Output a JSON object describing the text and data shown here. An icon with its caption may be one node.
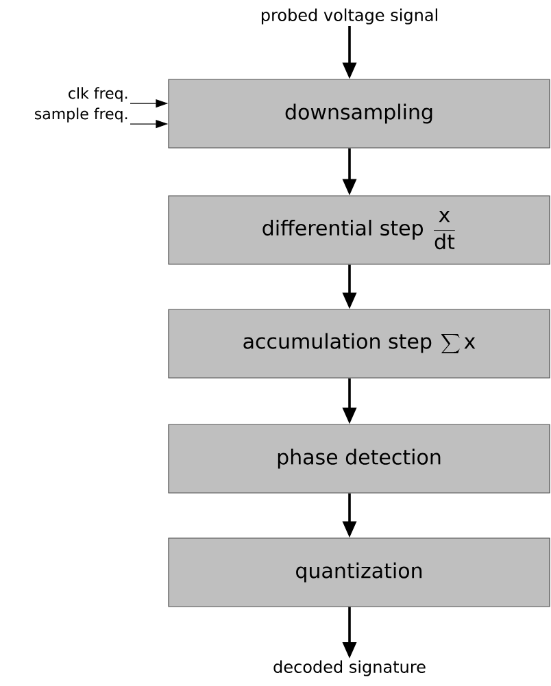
{
  "diagram": {
    "nodes": [
      {
        "text": [
          "probed voltage signal"
        ]
      },
      {
        "text": [
          "clk freq."
        ]
      },
      {
        "text": [
          "sample freq."
        ]
      },
      {
        "text": [
          "downsampling"
        ]
      },
      {
        "text": [
          "differential step",
          "\\frac{\\mathrm{x}}{\\mathrm{dt}}"
        ]
      },
      {
        "text": [
          "accumulation step",
          "\\sum \\mathrm{x}"
        ]
      },
      {
        "text": [
          "phase detection"
        ]
      },
      {
        "text": [
          "quantization"
        ]
      },
      {
        "text": [
          "decoded signature"
        ]
      }
    ],
    "edges": [
      {
        "from": 0,
        "to": 3,
        "arrow": "to"
      },
      {
        "from": 1,
        "to": 3,
        "arrow": "to"
      },
      {
        "from": 2,
        "to": 3,
        "arrow": "to"
      },
      {
        "from": 3,
        "to": 4,
        "arrow": "to"
      },
      {
        "from": 4,
        "to": 5,
        "arrow": "to"
      },
      {
        "from": 5,
        "to": 6,
        "arrow": "to"
      },
      {
        "from": 6,
        "to": 7,
        "arrow": "to"
      },
      {
        "from": 7,
        "to": 8,
        "arrow": "to"
      }
    ]
  }
}
